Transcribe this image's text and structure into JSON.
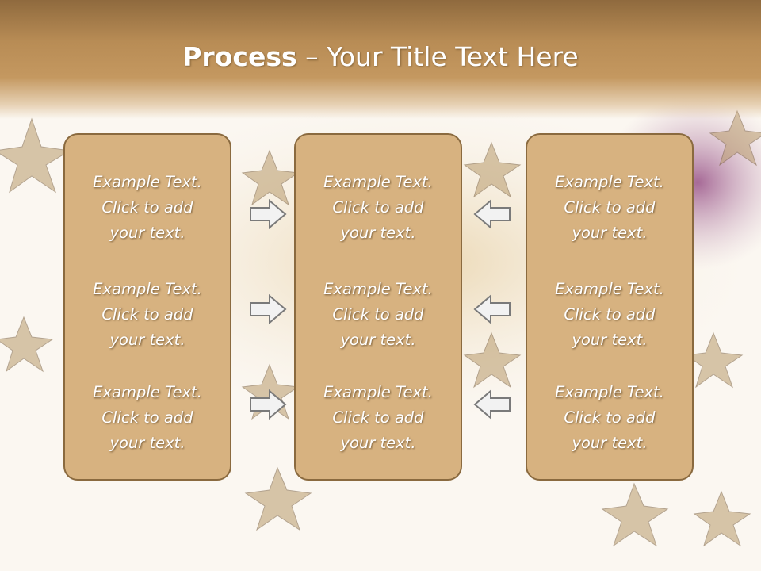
{
  "slide": {
    "title_bold": "Process",
    "title_rest": " – Your Title Text Here"
  },
  "columns": [
    {
      "items": [
        {
          "l1": "Example Text.",
          "l2": "Click  to add",
          "l3": "your text."
        },
        {
          "l1": "Example Text.",
          "l2": "Click  to add",
          "l3": "your text."
        },
        {
          "l1": "Example Text.",
          "l2": "Click  to add",
          "l3": "your text."
        }
      ]
    },
    {
      "items": [
        {
          "l1": "Example Text.",
          "l2": "Click  to add",
          "l3": "your text."
        },
        {
          "l1": "Example Text.",
          "l2": "Click  to add",
          "l3": "your text."
        },
        {
          "l1": "Example Text.",
          "l2": "Click  to add",
          "l3": "your text."
        }
      ]
    },
    {
      "items": [
        {
          "l1": "Example Text.",
          "l2": "Click  to add",
          "l3": "your text."
        },
        {
          "l1": "Example Text.",
          "l2": "Click  to add",
          "l3": "your text."
        },
        {
          "l1": "Example Text.",
          "l2": "Click  to add",
          "l3": "your text."
        }
      ]
    }
  ],
  "arrows": {
    "left_icon": "arrow-right-icon",
    "right_icon": "arrow-left-icon"
  },
  "colors": {
    "header": "#b88c55",
    "box_fill": "#d7b280",
    "box_border": "#8a6a3f",
    "text": "#ffffff"
  }
}
